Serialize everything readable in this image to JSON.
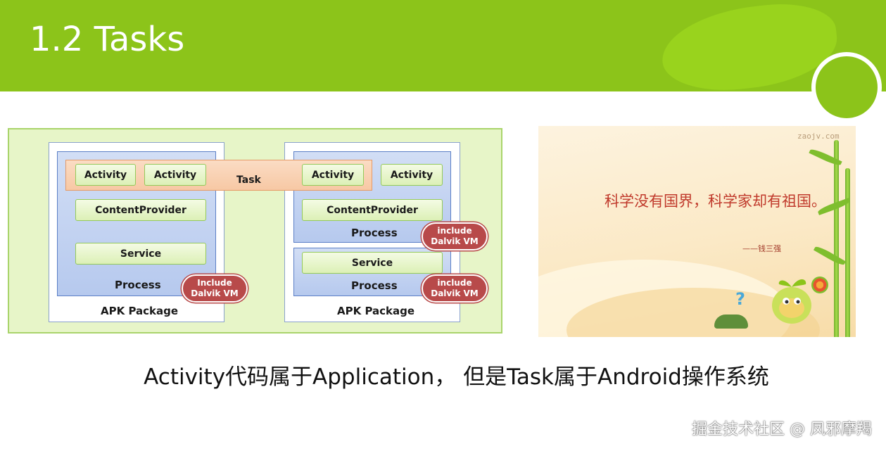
{
  "slide": {
    "title": "1.2 Tasks",
    "caption": "Activity代码属于Application， 但是Task属于Android操作系统",
    "footer": "掘金技术社区 @ 凤邪摩羯"
  },
  "diagram": {
    "task_label": "Task",
    "left_package": {
      "label": "APK Package",
      "activities": [
        "Activity",
        "Activity"
      ],
      "content_provider": "ContentProvider",
      "service": "Service",
      "process": "Process",
      "vm_badge": [
        "Include",
        "Dalvik VM"
      ]
    },
    "right_package": {
      "label": "APK Package",
      "activities": [
        "Activity",
        "Activity"
      ],
      "content_provider": "ContentProvider",
      "process_top": "Process",
      "vm_badge_top": [
        "include",
        "Dalvik VM"
      ],
      "service": "Service",
      "process_bottom": "Process",
      "vm_badge_bottom": [
        "include",
        "Dalvik VM"
      ]
    }
  },
  "poster": {
    "watermark": "zaojv.com",
    "quote": "科学没有国界，科学家却有祖国。",
    "author": "——钱三强"
  },
  "colors": {
    "header_green": "#8cc41a",
    "process_blue": "#b6c9ee",
    "component_green": "#dcf0b6",
    "task_orange": "#f7c8a4",
    "vm_red": "#b84a4a",
    "quote_red": "#c0392b"
  }
}
